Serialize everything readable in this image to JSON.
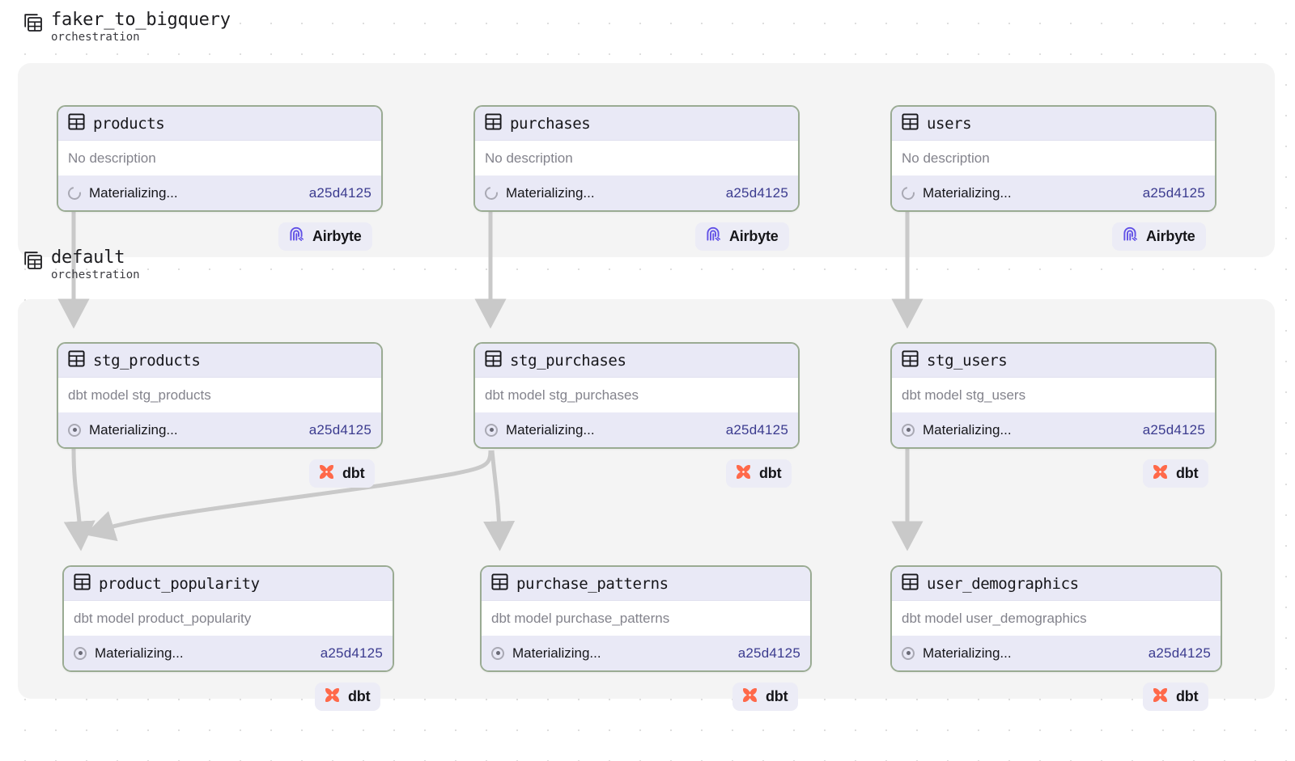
{
  "groups": [
    {
      "id": "faker_to_bigquery",
      "title": "faker_to_bigquery",
      "subtitle": "orchestration",
      "icon": "stacked-table-icon"
    },
    {
      "id": "default",
      "title": "default",
      "subtitle": "orchestration",
      "icon": "stacked-table-icon"
    }
  ],
  "assets": [
    {
      "name": "products",
      "description": "No description",
      "status": "Materializing...",
      "run_id": "a25d4125",
      "spinner": "spinner-open",
      "icon": "table-icon",
      "badge": {
        "label": "Airbyte",
        "icon": "airbyte-logo"
      }
    },
    {
      "name": "purchases",
      "description": "No description",
      "status": "Materializing...",
      "run_id": "a25d4125",
      "spinner": "spinner-open",
      "icon": "table-icon",
      "badge": {
        "label": "Airbyte",
        "icon": "airbyte-logo"
      }
    },
    {
      "name": "users",
      "description": "No description",
      "status": "Materializing...",
      "run_id": "a25d4125",
      "spinner": "spinner-open",
      "icon": "table-icon",
      "badge": {
        "label": "Airbyte",
        "icon": "airbyte-logo"
      }
    },
    {
      "name": "stg_products",
      "description": "dbt model stg_products",
      "status": "Materializing...",
      "run_id": "a25d4125",
      "spinner": "spinner-dot",
      "icon": "table-icon",
      "badge": {
        "label": "dbt",
        "icon": "dbt-logo"
      }
    },
    {
      "name": "stg_purchases",
      "description": "dbt model stg_purchases",
      "status": "Materializing...",
      "run_id": "a25d4125",
      "spinner": "spinner-dot",
      "icon": "table-icon",
      "badge": {
        "label": "dbt",
        "icon": "dbt-logo"
      }
    },
    {
      "name": "stg_users",
      "description": "dbt model stg_users",
      "status": "Materializing...",
      "run_id": "a25d4125",
      "spinner": "spinner-dot",
      "icon": "table-icon",
      "badge": {
        "label": "dbt",
        "icon": "dbt-logo"
      }
    },
    {
      "name": "product_popularity",
      "description": "dbt model product_popularity",
      "status": "Materializing...",
      "run_id": "a25d4125",
      "spinner": "spinner-dot",
      "icon": "table-icon",
      "badge": {
        "label": "dbt",
        "icon": "dbt-logo"
      }
    },
    {
      "name": "purchase_patterns",
      "description": "dbt model purchase_patterns",
      "status": "Materializing...",
      "run_id": "a25d4125",
      "spinner": "spinner-dot",
      "icon": "table-icon",
      "badge": {
        "label": "dbt",
        "icon": "dbt-logo"
      }
    },
    {
      "name": "user_demographics",
      "description": "dbt model user_demographics",
      "status": "Materializing...",
      "run_id": "a25d4125",
      "spinner": "spinner-dot",
      "icon": "table-icon",
      "badge": {
        "label": "dbt",
        "icon": "dbt-logo"
      }
    }
  ],
  "colors": {
    "card_border": "#9aab93",
    "card_header_bg": "#e9e9f6",
    "run_id": "#3b3b8f",
    "edge": "#c9c9c9",
    "group_bg": "#f4f4f4",
    "airbyte_logo": "#6151e6",
    "dbt_logo": "#ff694a"
  },
  "edges": [
    {
      "from": "products",
      "to": "stg_products"
    },
    {
      "from": "purchases",
      "to": "stg_purchases"
    },
    {
      "from": "users",
      "to": "stg_users"
    },
    {
      "from": "stg_products",
      "to": "product_popularity"
    },
    {
      "from": "stg_purchases",
      "to": "product_popularity"
    },
    {
      "from": "stg_purchases",
      "to": "purchase_patterns"
    },
    {
      "from": "stg_users",
      "to": "user_demographics"
    }
  ]
}
